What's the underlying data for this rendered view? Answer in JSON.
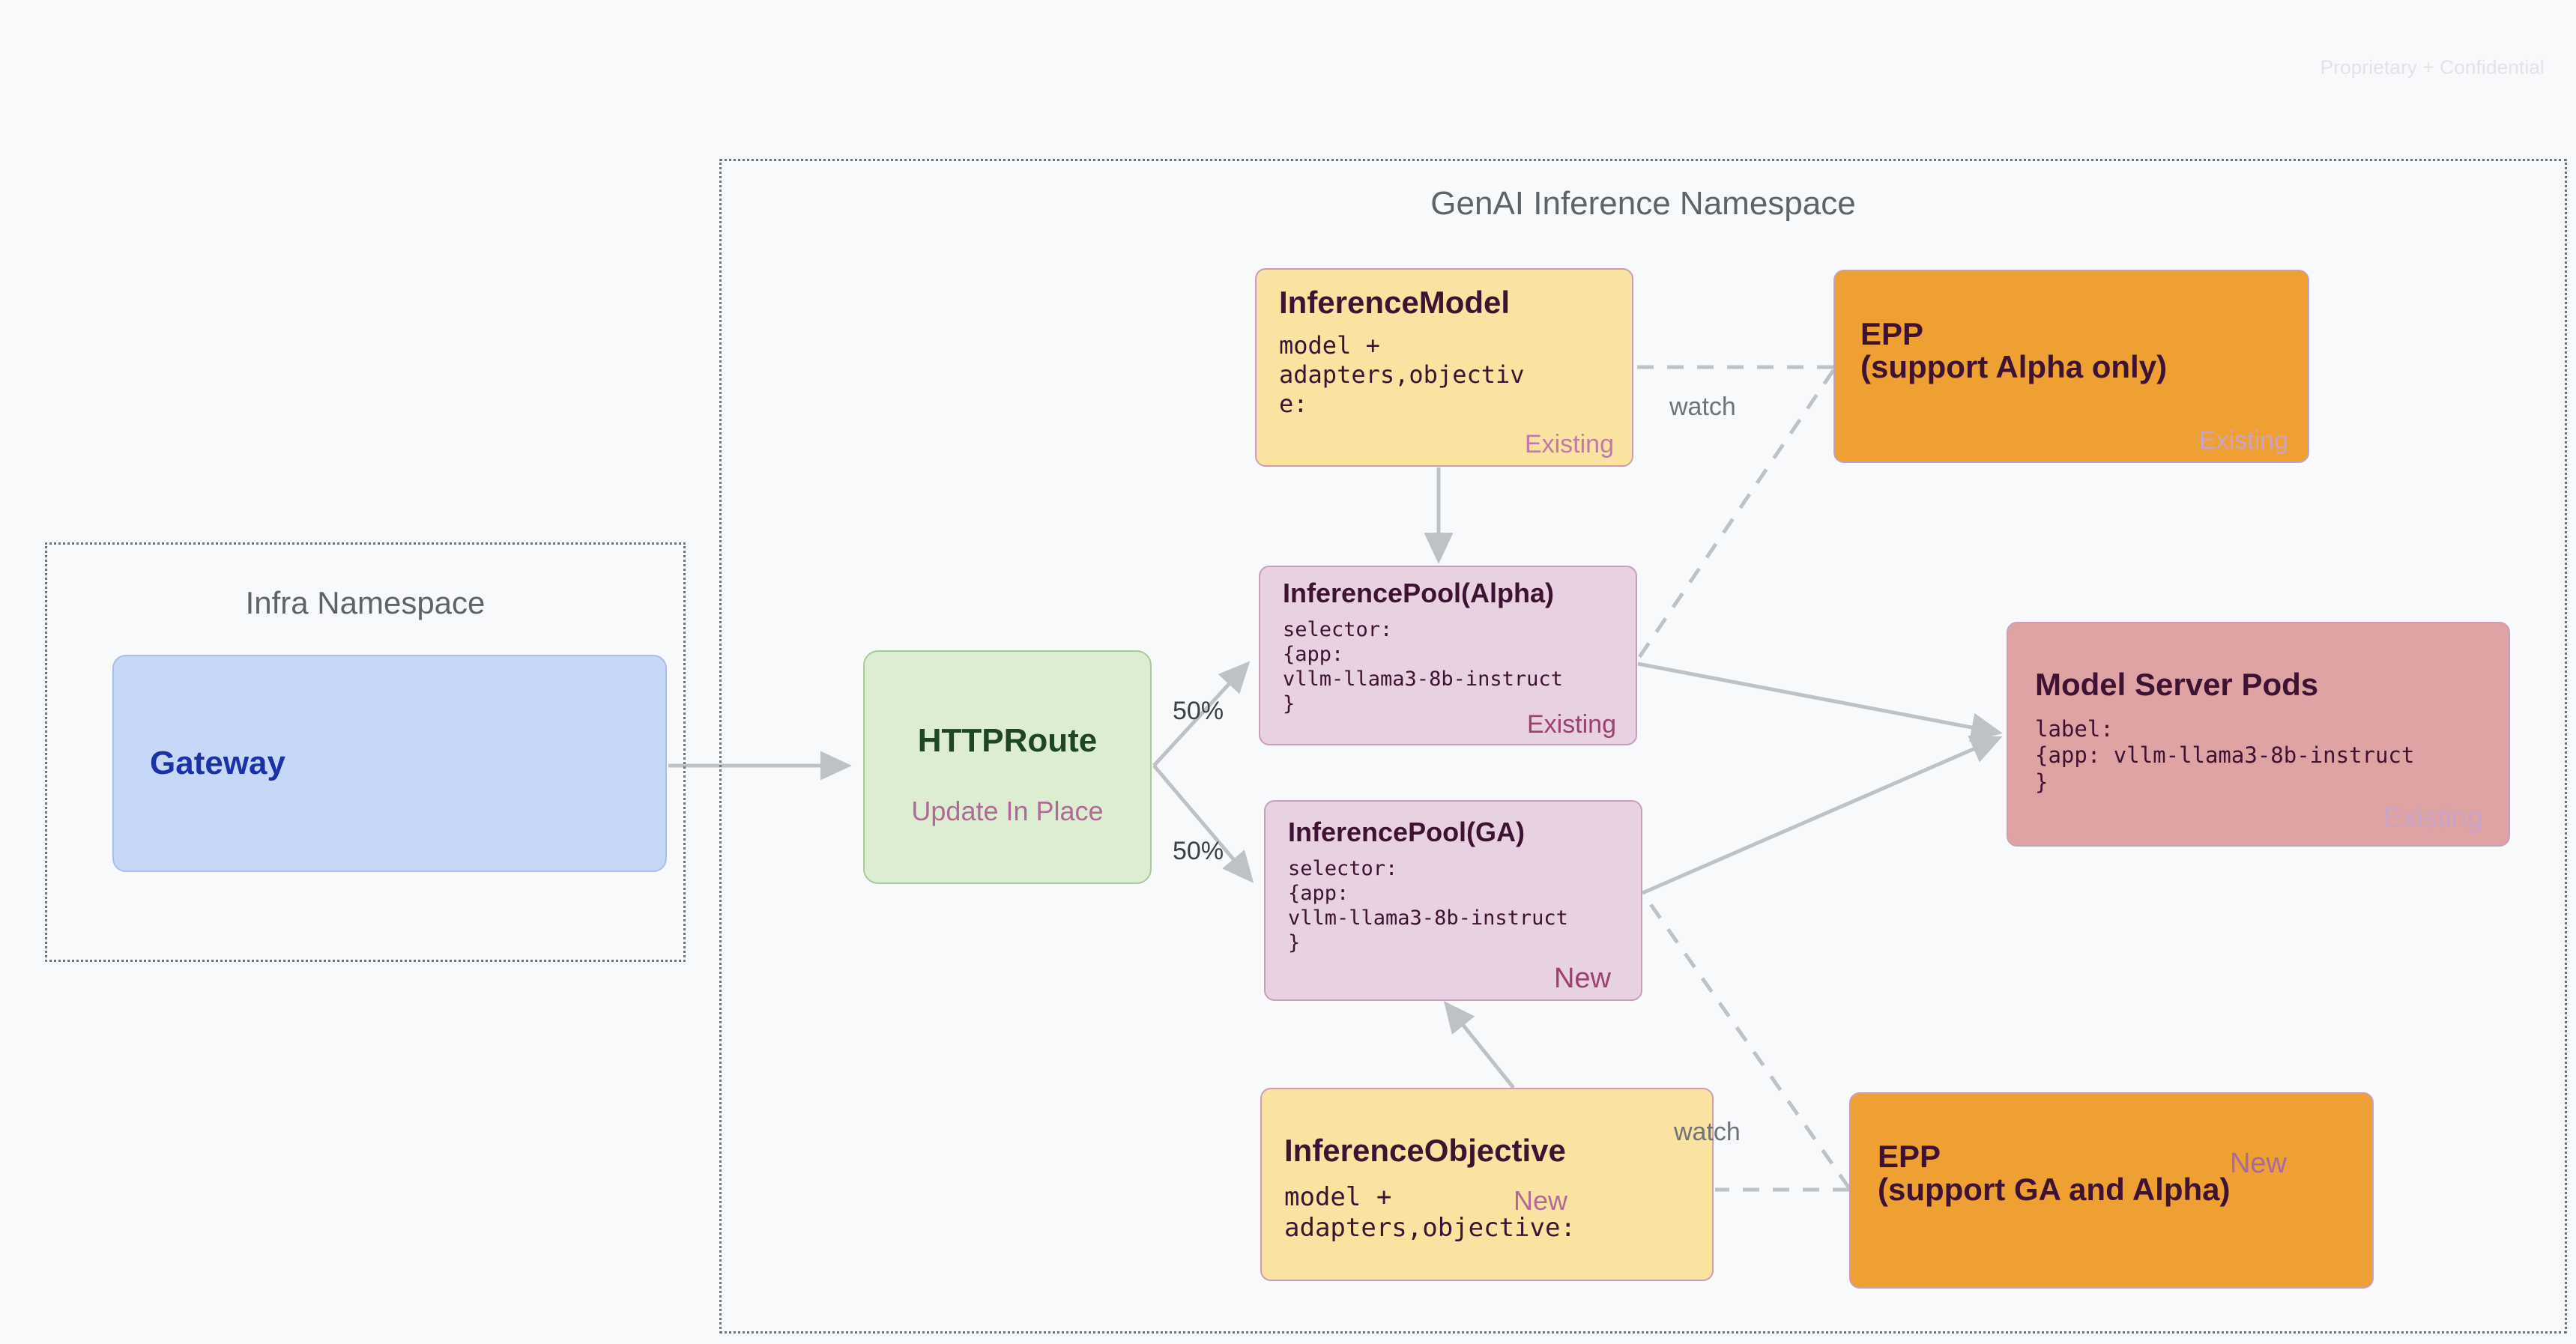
{
  "page": {
    "confidential_notice": "Proprietary + Confidential"
  },
  "namespaces": [
    {
      "id": "infra",
      "title": "Infra Namespace"
    },
    {
      "id": "genai",
      "title": "GenAI Inference Namespace"
    }
  ],
  "nodes": {
    "gateway": {
      "title": "Gateway"
    },
    "httproute": {
      "title": "HTTPRoute",
      "badge": "Update In Place"
    },
    "inference_model": {
      "title": "InferenceModel",
      "body": "model +\nadapters,objectiv\ne:",
      "badge": "Existing"
    },
    "epp_alpha": {
      "title": "EPP\n(support Alpha only)",
      "badge": "Existing"
    },
    "pool_alpha": {
      "title": "InferencePool(Alpha)",
      "body": "selector:\n{app:\nvllm-llama3-8b-instruct\n}",
      "badge": "Existing"
    },
    "pool_ga": {
      "title": "InferencePool(GA)",
      "body": "selector:\n{app:\nvllm-llama3-8b-instruct\n}",
      "badge": "New"
    },
    "model_pods": {
      "title": "Model Server Pods",
      "body": "label:\n{app: vllm-llama3-8b-instruct\n}",
      "badge": "Existing"
    },
    "inference_objective": {
      "title": "InferenceObjective",
      "body": "model +\nadapters,objective:",
      "badge": "New"
    },
    "epp_ga": {
      "title": "EPP\n(support GA and Alpha)",
      "badge": "New"
    }
  },
  "edges": {
    "split_top": "50%",
    "split_bottom": "50%",
    "watch_top": "watch",
    "watch_bottom": "watch"
  },
  "colors": {
    "canvas_bg": "#f8f9fb",
    "gateway_fill": "#c7d7f7",
    "gateway_text": "#1b31a8",
    "httproute_fill": "#dcedd2",
    "httproute_text": "#1e4620",
    "yellow_fill": "#fae3a0",
    "pink_fill": "#e8d1e0",
    "orange_fill": "#efa033",
    "red_fill": "#dfa3a3",
    "node_border": "#c99dbd",
    "badge_existing": "#c07aa8",
    "badge_new": "#9c3f71",
    "edge_stroke": "#b8bbbe",
    "namespace_border": "#6b7280",
    "namespace_title": "#5f6368"
  }
}
